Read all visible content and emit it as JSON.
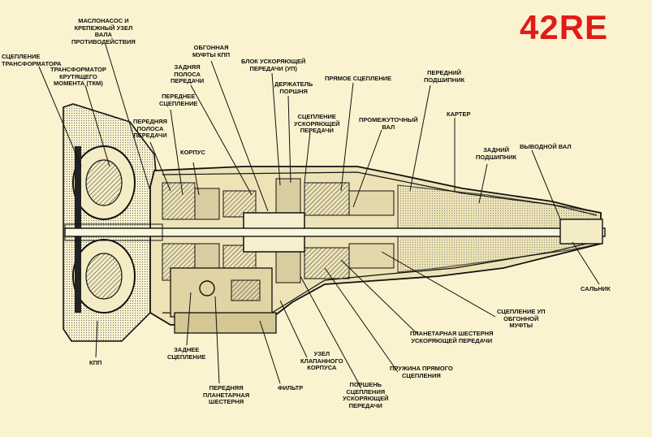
{
  "model": "42RE",
  "colors": {
    "background": "#fbf3cf",
    "model_title": "#e21a1a",
    "ink": "#111111"
  },
  "labels": {
    "torque_converter_clutch": "СЦЕПЛЕНИЕ\nТРАНСФОРМАТОРА",
    "oil_pump": "МАСЛОНАСОС И\nКРЕПЕЖНЫЙ УЗЕЛ\nВАЛА\nПРОТИВОДЕЙСТВИЯ",
    "torque_converter": "ТРАНСФОРМАТОР\nКРУТЯЩЕГО\nМОМЕНТА (ТКМ)",
    "front_band": "ПЕРЕДНЯЯ\nПОЛОСА\nПЕРЕДАЧИ",
    "front_clutch_top": "ПЕРЕДНЕЕ\nСЦЕПЛЕНИЕ",
    "rear_band": "ЗАДНЯЯ\nПОЛОСА\nПЕРЕДАЧИ",
    "overrunning_clutch": "ОБГОННАЯ\nМУФТЫ КПП",
    "housing": "КОРПУС",
    "overdrive_unit": "БЛОК УСКОРЯЮЩЕЙ\nПЕРЕДАЧИ (УП)",
    "piston_retainer": "ДЕРЖАТЕЛЬ\nПОРШНЯ",
    "direct_clutch": "ПРЯМОЕ СЦЕПЛЕНИЕ",
    "overdrive_clutch": "СЦЕПЛЕНИЕ\nУСКОРЯЮЩЕЙ\nПЕРЕДАЧИ",
    "intermediate_shaft": "ПРОМЕЖУТОЧНЫЙ\nВАЛ",
    "front_bearing": "ПЕРЕДНИЙ\nПОДШИПНИК",
    "case": "КАРТЕР",
    "rear_bearing": "ЗАДНИЙ\nПОДШИПНИК",
    "output_shaft": "ВЫВОДНОЙ ВАЛ",
    "seal": "САЛЬНИК",
    "od_overrunning_clutch": "СЦЕПЛЕНИЕ УП\nОБГОННОЙ\nМУФТЫ",
    "od_planetary": "ПЛАНЕТАРНАЯ ШЕСТЕРНЯ\nУСКОРЯЮЩЕЙ ПЕРЕДАЧИ",
    "direct_clutch_spring": "ПРУЖИНА ПРЯМОГО\nСЦЕПЛЕНИЯ",
    "od_piston": "ПОРШЕНЬ\nСЦЕПЛЕНИЯ\nУСКОРЯЮЩЕЙ\nПЕРЕДАЧИ",
    "valve_body": "УЗЕЛ\nКЛАПАННОГО\nКОРПУСА",
    "filter": "ФИЛЬТР",
    "front_planetary": "ПЕРЕДНЯЯ\nПЛАНЕТАРНАЯ\nШЕСТЕРНЯ",
    "rear_clutch": "ЗАДНЕЕ\nСЦЕПЛЕНИЕ",
    "transmission": "КПП"
  }
}
